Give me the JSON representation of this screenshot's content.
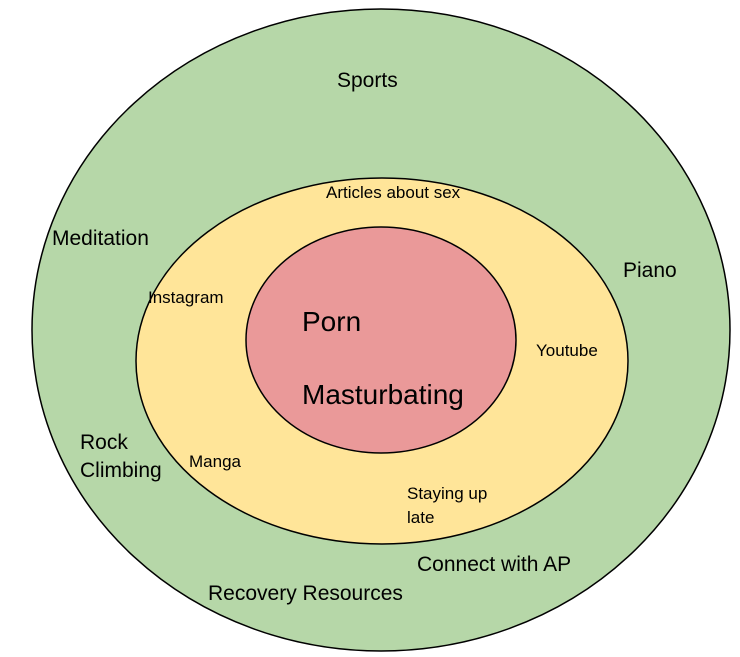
{
  "colors": {
    "outer_fill": "#b6d7a8",
    "middle_fill": "#ffe599",
    "inner_fill": "#ea9999",
    "stroke": "#000000"
  },
  "outer": {
    "items": [
      "Sports",
      "Meditation",
      "Piano",
      "Rock Climbing",
      "Connect with AP",
      "Recovery Resources"
    ]
  },
  "middle": {
    "items": [
      "Articles about sex",
      "Instagram",
      "Youtube",
      "Manga",
      "Staying up late"
    ]
  },
  "inner": {
    "items": [
      "Porn",
      "Masturbating"
    ]
  }
}
